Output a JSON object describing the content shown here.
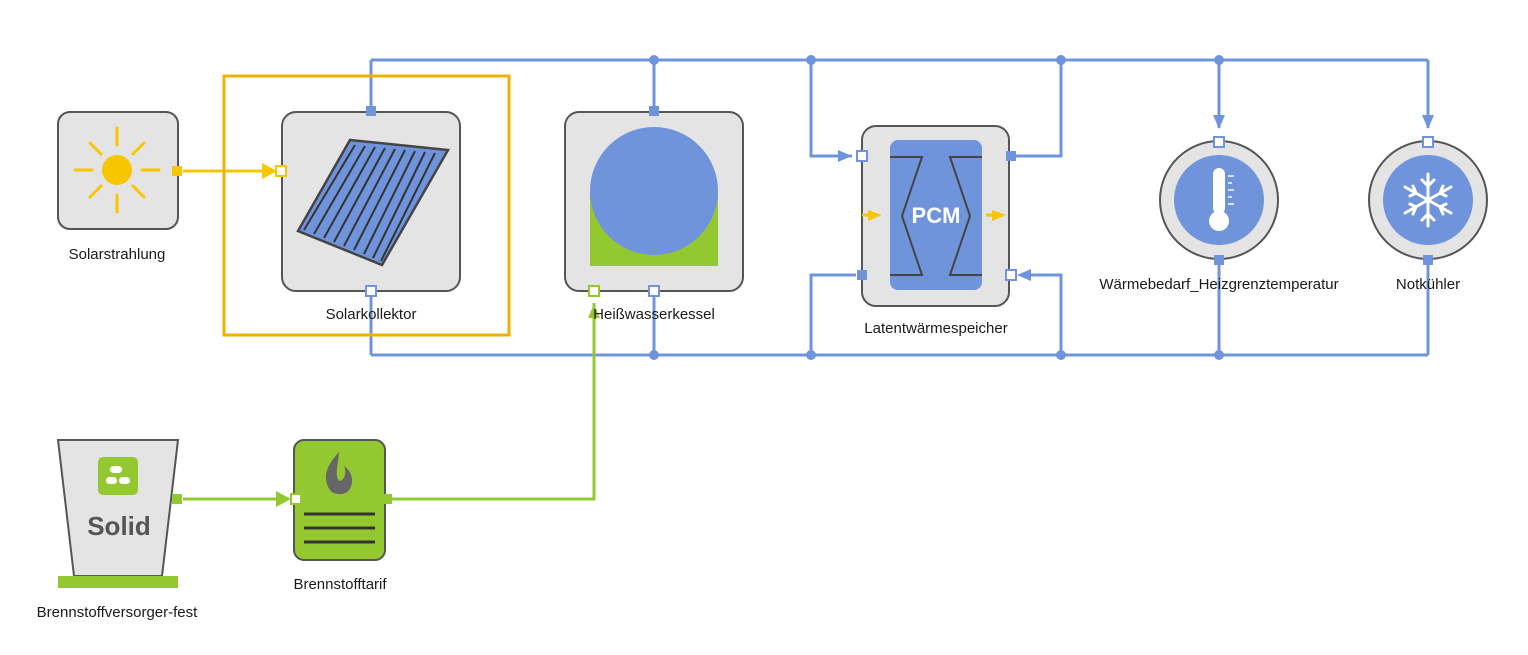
{
  "colors": {
    "heat": "#7094dc",
    "solar": "#f7c600",
    "fuel": "#94c830",
    "selection": "#f0b000",
    "component_bg": "#e4e4e4",
    "component_border": "#555555",
    "label": "#1a1a1a"
  },
  "components": {
    "solar_radiation": {
      "label": "Solarstrahlung",
      "icon": "sun-icon"
    },
    "solar_collector": {
      "label": "Solarkollektor",
      "icon": "solar-panel-icon",
      "selected": true
    },
    "boiler": {
      "label": "Heißwasserkessel",
      "icon": "boiler-icon"
    },
    "storage": {
      "label": "Latentwärmespeicher",
      "icon": "pcm-storage-icon",
      "badge": "PCM"
    },
    "heat_demand": {
      "label": "Wärmebedarf_Heizgrenztemperatur",
      "icon": "thermometer-icon"
    },
    "cooler": {
      "label": "Notkühler",
      "icon": "snowflake-icon"
    },
    "fuel_supplier": {
      "label": "Brennstoffversorger-fest",
      "icon": "fuel-container-icon",
      "badge": "Solid"
    },
    "fuel_tariff": {
      "label": "Brennstofftarif",
      "icon": "flame-icon"
    }
  }
}
